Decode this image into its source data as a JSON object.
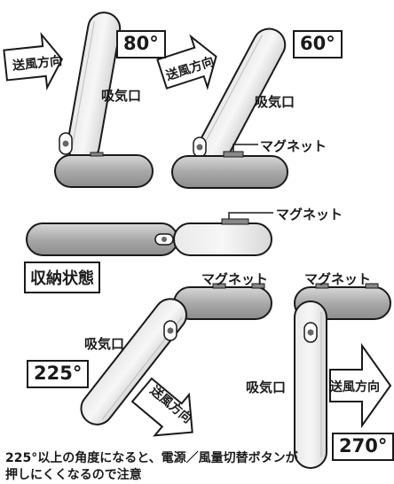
{
  "labels": {
    "air_direction": "送風方向",
    "intake": "吸気口",
    "magnet": "マグネット",
    "storage_state": "収納状態"
  },
  "angles": {
    "a80": "80°",
    "a60": "60°",
    "a225": "225°",
    "a270": "270°"
  },
  "note": "225°以上の角度になると、電源／風量切替ボタンが押しにくくなるので注意"
}
